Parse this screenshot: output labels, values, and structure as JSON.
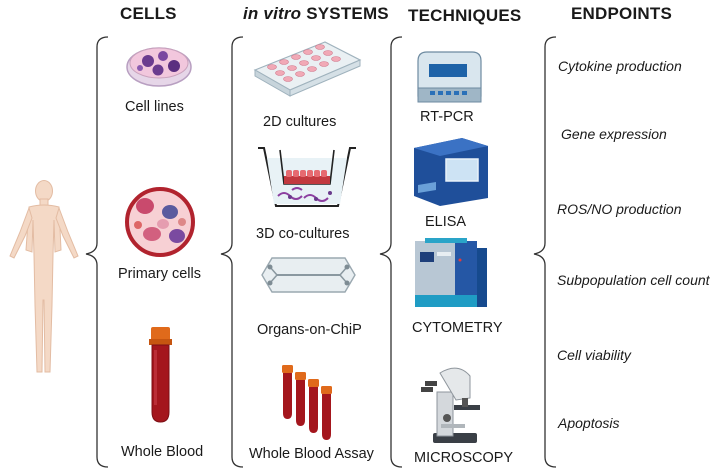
{
  "headers": {
    "cells": "CELLS",
    "systems_prefix": "in vitro",
    "systems_suffix": " SYSTEMS",
    "techniques": "TECHNIQUES",
    "endpoints": "ENDPOINTS"
  },
  "cells": {
    "cell_lines": "Cell lines",
    "primary_cells": "Primary cells",
    "whole_blood": "Whole Blood"
  },
  "systems": {
    "cultures_2d": "2D cultures",
    "cocultures_3d": "3D co-cultures",
    "organs_on_chip": "Organs-on-ChiP",
    "whole_blood_assay": "Whole Blood Assay"
  },
  "techniques": {
    "rt_pcr": "RT-PCR",
    "elisa": "ELISA",
    "cytometry": "CYTOMETRY",
    "microscopy": "MICROSCOPY"
  },
  "endpoints": [
    "Cytokine production",
    "Gene expression",
    "ROS/NO production",
    "Subpopulation cell count",
    "Cell viability",
    "Apoptosis"
  ],
  "icons": [
    "human-body-icon",
    "petri-dish-icon",
    "primary-cells-icon",
    "blood-tube-icon",
    "well-plate-icon",
    "transwell-icon",
    "organ-chip-icon",
    "blood-tubes-rack-icon",
    "pcr-machine-icon",
    "elisa-reader-icon",
    "cytometer-icon",
    "microscope-icon"
  ]
}
